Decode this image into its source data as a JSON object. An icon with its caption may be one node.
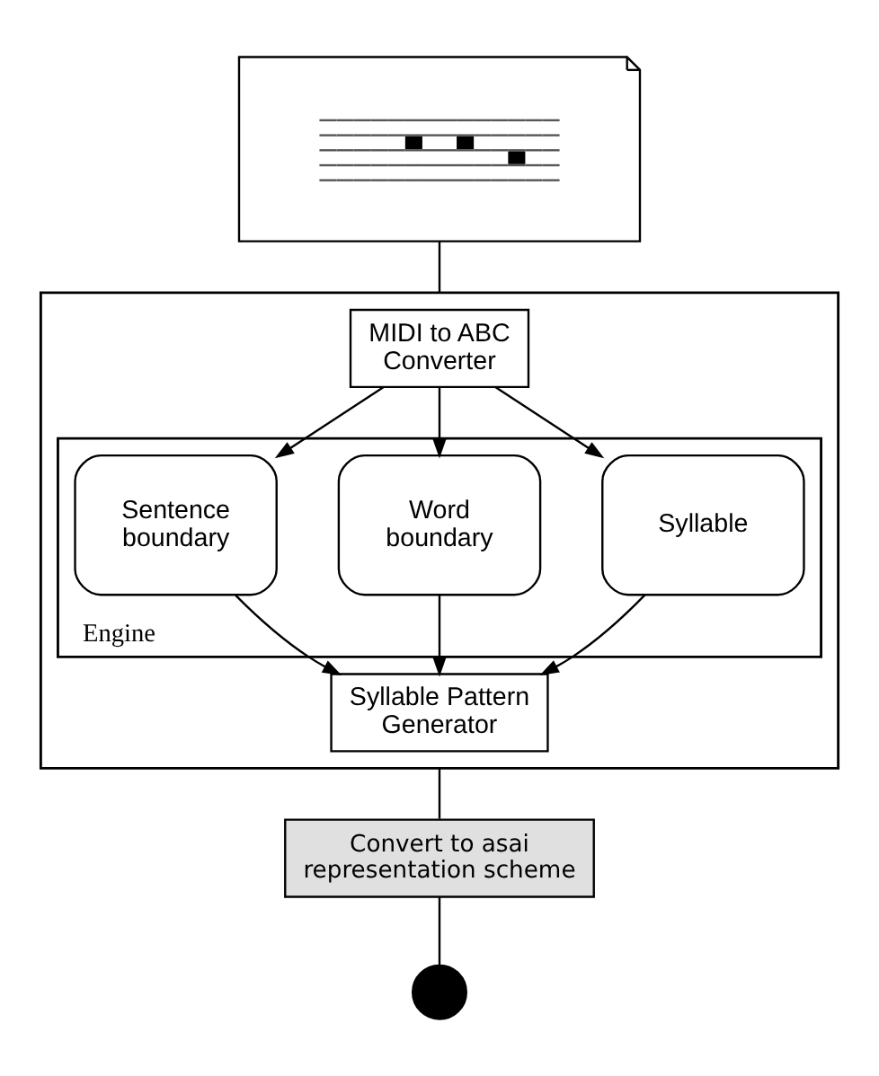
{
  "diagram": {
    "nodes": [
      {
        "text": [],
        "shape": "document"
      },
      {
        "text": [],
        "shape": "box"
      },
      {
        "text": [
          "MIDI to ABC Converter"
        ],
        "in": 1
      },
      {
        "text": [
          "Engine"
        ],
        "in": 1
      },
      {
        "text": [
          "Syllable"
        ],
        "in": 3
      },
      {
        "text": [
          "Word boundary"
        ],
        "in": 3
      },
      {
        "text": [
          "Sentence boundary"
        ],
        "in": 3
      },
      {
        "text": [
          "Syllable Pattern Generator"
        ],
        "in": 1
      },
      {
        "text": [
          "Convert to asai representation scheme"
        ]
      },
      {
        "text": [],
        "shape": "circle"
      }
    ],
    "edges": [
      {
        "from": 0,
        "to": 1,
        "arrow": "none"
      },
      {
        "from": 2,
        "to": 4,
        "arrow": "to"
      },
      {
        "from": 2,
        "to": 5,
        "arrow": "to"
      },
      {
        "from": 2,
        "to": 6,
        "arrow": "to"
      },
      {
        "from": 4,
        "to": 7,
        "arrow": "to"
      },
      {
        "from": 5,
        "to": 7,
        "arrow": "to"
      },
      {
        "from": 6,
        "to": 7,
        "arrow": "to"
      },
      {
        "from": 1,
        "to": 8,
        "arrow": "none"
      },
      {
        "from": 8,
        "to": 9,
        "arrow": "none"
      }
    ]
  }
}
